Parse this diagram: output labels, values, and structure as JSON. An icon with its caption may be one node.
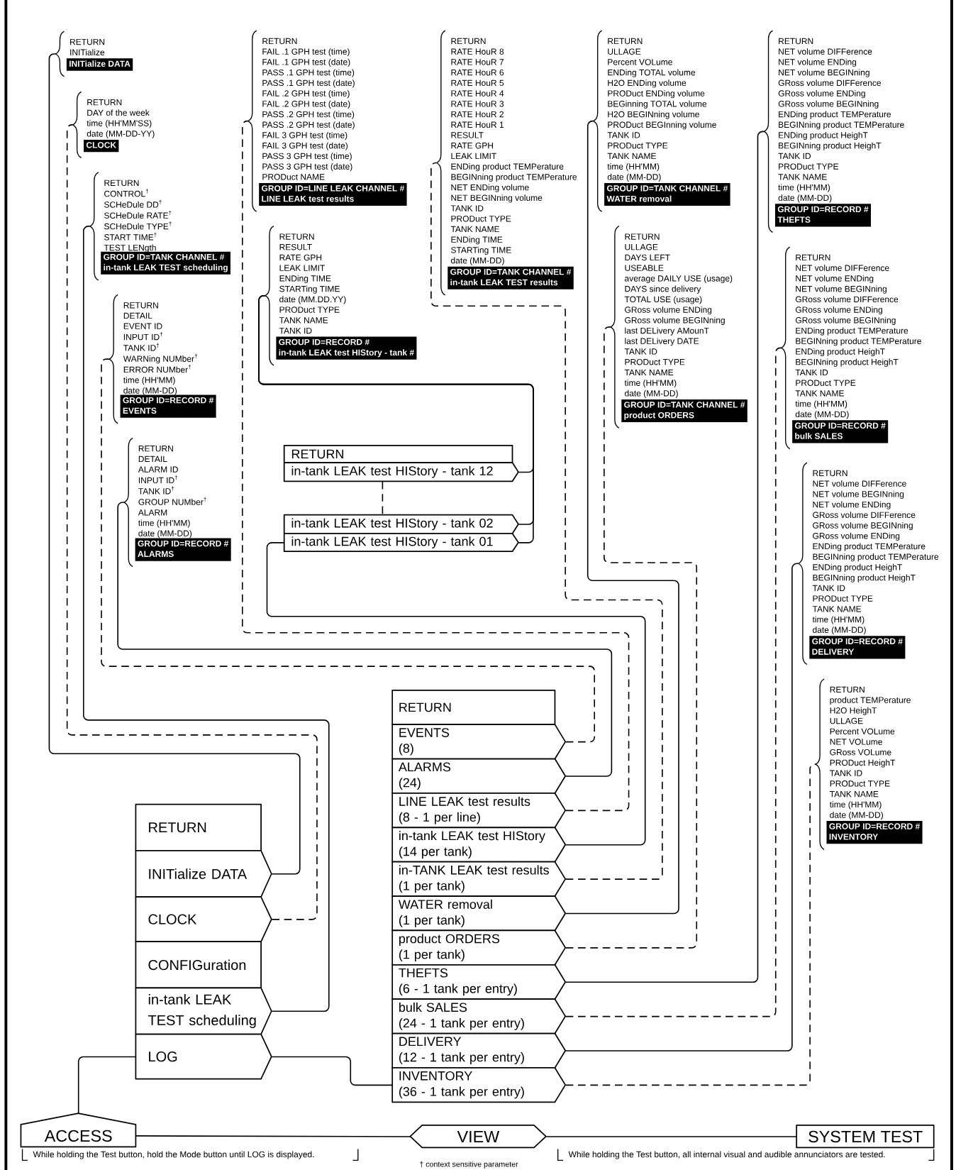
{
  "diagram": {
    "nodes": [
      {
        "text": [
          "RETURN",
          "INITialize"
        ]
      },
      {
        "text": [
          "INITialize DATA"
        ],
        "in": 0
      },
      {
        "text": [
          "RETURN",
          "DAY of the week",
          "time (HH'MM'SS)",
          "date (MM-DD-YY)"
        ]
      },
      {
        "text": [
          "CLOCK"
        ],
        "in": 2
      },
      {
        "text": [
          "RETURN",
          "CONTROL$^{†}$",
          "SCHeDule DD$^{†}$",
          "SCHeDule RATE$^{†}$",
          "SCHeDule TYPE$^{†}$",
          "START TIME$^{†}$",
          "TEST LENgth"
        ]
      },
      {
        "text": [
          "GROUP ID=TANK CHANNEL #",
          "in-tank LEAK TEST scheduling"
        ],
        "in": 4
      },
      {
        "text": [
          "RETURN",
          "DETAIL",
          "EVENT ID",
          "INPUT ID$^{†}$",
          "TANK ID$^{†}$",
          "WARNing NUMber$^{†}$",
          "ERROR NUMber$^{†}$",
          "time (HH'MM)",
          "date (MM-DD)"
        ]
      },
      {
        "text": [
          "GROUP ID=RECORD #",
          "EVENTS"
        ],
        "in": 6
      },
      {
        "text": [
          "RETURN",
          "DETAIL",
          "ALARM ID",
          "INPUT ID$^{†}$",
          "TANK ID$^{†}$",
          "GROUP NUMber$^{†}$",
          "ALARM",
          "time (HH'MM)",
          "date (MM-DD)"
        ]
      },
      {
        "text": [
          "GROUP ID=RECORD #",
          "ALARMS"
        ],
        "in": 8
      },
      {
        "text": [
          "RETURN",
          "FAIL .1 GPH test (time)",
          "FAIL .1 GPH test (date)",
          "PASS .1 GPH test (time)",
          "PASS .1 GPH test (date)",
          "FAIL .2 GPH test (time)",
          "FAIL .2 GPH test (date)",
          "PASS .2 GPH test (time)",
          "PASS .2 GPH test (date)",
          "FAIL 3 GPH test (time)",
          "FAIL 3 GPH test (date)",
          "PASS 3 GPH test (time)",
          "PASS 3 GPH test (date)",
          "PRODuct NAME"
        ]
      },
      {
        "text": [
          "GROUP ID=LINE LEAK CHANNEL #",
          "LINE LEAK test results"
        ],
        "in": 10
      },
      {
        "text": [
          "RETURN",
          "RESULT",
          "RATE GPH",
          "LEAK LIMIT",
          "ENDing TIME",
          "STARTing TIME",
          "date (MM.DD.YY)",
          "PRODuct TYPE",
          "TANK NAME",
          "TANK ID"
        ]
      },
      {
        "text": [
          "GROUP ID=RECORD #",
          "in-tank LEAK test HIStory - tank #"
        ],
        "in": 12
      },
      {
        "text": [
          "RETURN",
          "RATE HouR 8",
          "RATE HouR 7",
          "RATE HouR 6",
          "RATE HouR 5",
          "RATE HouR 4",
          "RATE HouR 3",
          "RATE HouR 2",
          "RATE HouR 1",
          "RESULT",
          "RATE GPH",
          "LEAK LIMIT",
          "ENDing product TEMPerature",
          "BEGINning product TEMPerature",
          "NET ENDing volume",
          "NET BEGINning volume",
          "TANK ID",
          "PRODuct TYPE",
          "TANK NAME",
          "ENDing TIME",
          "STARTing TIME",
          "date (MM-DD)"
        ]
      },
      {
        "text": [
          "GROUP ID=TANK CHANNEL #",
          "in-tank LEAK TEST results"
        ],
        "in": 14
      },
      {
        "text": [
          "RETURN",
          "ULLAGE",
          "Percent VOLume",
          "ENDing TOTAL volume",
          "H2O ENDing volume",
          "PRODuct ENDing volume",
          "BEGinning TOTAL volume",
          "H2O BEGINning volume",
          "PRODuct BEGInning volume",
          "TANK ID",
          "PRODuct TYPE",
          "TANK NAME",
          "time (HH'MM)",
          "date (MM-DD)"
        ]
      },
      {
        "text": [
          "GROUP ID=TANK CHANNEL #",
          "WATER removal"
        ],
        "in": 16
      },
      {
        "text": [
          "RETURN",
          "ULLAGE",
          "DAYS LEFT",
          "USEABLE",
          "average DAILY USE (usage)",
          "DAYS since delivery",
          "TOTAL USE (usage)",
          "GRoss volume ENDing",
          "GRoss volume BEGINning",
          "last DELivery AMounT",
          "last DELivery DATE",
          "TANK ID",
          "PRODuct TYPE",
          "TANK NAME",
          "time (HH'MM)",
          "date (MM-DD)"
        ]
      },
      {
        "text": [
          "GROUP ID=TANK CHANNEL #",
          "product ORDERS"
        ],
        "in": 18
      },
      {
        "text": [
          "RETURN",
          "NET volume DIFFerence",
          "NET volume ENDing",
          "NET volume BEGINning",
          "GRoss volume DIFFerence",
          "GRoss volume ENDing",
          "GRoss volume BEGINning",
          "ENDing product TEMPerature",
          "BEGINning product TEMPerature",
          "ENDing product HeighT",
          "BEGINning product HeighT",
          "TANK ID",
          "PRODuct TYPE",
          "TANK NAME",
          "time (HH'MM)",
          "date (MM-DD)"
        ]
      },
      {
        "text": [
          "GROUP ID=RECORD #",
          "THEFTS"
        ],
        "in": 20
      },
      {
        "text": [
          "RETURN",
          "NET volume DIFFerence",
          "NET volume ENDing",
          "NET volume BEGINning",
          "GRoss volume DIFFerence",
          "GRoss volume ENDing",
          "GRoss volume BEGINning",
          "ENDing product TEMPerature",
          "BEGINning product TEMPerature",
          "ENDing product HeighT",
          "BEGINning product HeighT",
          "TANK ID",
          "PRODuct TYPE",
          "TANK NAME",
          "time (HH'MM)",
          "date (MM-DD)"
        ]
      },
      {
        "text": [
          "GROUP ID=RECORD #",
          "bulk SALES"
        ],
        "in": 22
      },
      {
        "text": [
          "RETURN",
          "NET volume DIFFerence",
          "NET volume BEGINning",
          "NET volume ENDing",
          "GRoss volume DIFFerence",
          "GRoss volume BEGINning",
          "GRoss volume ENDing",
          "ENDing product TEMPerature",
          "BEGINning product TEMPerature",
          "ENDing product HeighT",
          "BEGINning product HeighT",
          "TANK ID",
          "PRODuct TYPE",
          "TANK NAME",
          "time (HH'MM)",
          "date (MM-DD)"
        ]
      },
      {
        "text": [
          "GROUP ID=RECORD #",
          "DELIVERY"
        ],
        "in": 24
      },
      {
        "text": [
          "RETURN",
          "product TEMPerature",
          "H2O HeighT",
          "ULLAGE",
          "Percent VOLume",
          "NET VOLume",
          "GRoss VOLume",
          "PRODuct HeighT",
          "TANK ID",
          "PRODuct TYPE",
          "TANK NAME",
          "time (HH'MM)",
          "date (MM-DD)"
        ]
      },
      {
        "text": [
          "GROUP ID=RECORD #",
          "INVENTORY"
        ],
        "in": 26
      },
      {
        "text": [
          "RETURN"
        ]
      },
      {
        "text": [
          "in-tank LEAK test HIStory - tank 12"
        ]
      },
      {
        "text": [
          "in-tank LEAK test HIStory - tank 02"
        ]
      },
      {
        "text": [
          "in-tank LEAK test HIStory - tank 01"
        ]
      },
      {
        "text": [
          "RETURN"
        ]
      },
      {
        "text": [
          "EVENTS",
          "(8)"
        ]
      },
      {
        "text": [
          "ALARMS",
          "(24)"
        ]
      },
      {
        "text": [
          "LINE LEAK test results",
          "(8 - 1 per line)"
        ]
      },
      {
        "text": [
          "in-tank LEAK test HIStory",
          "(14 per tank)"
        ]
      },
      {
        "text": [
          "in-TANK LEAK test results",
          "(1 per tank)"
        ]
      },
      {
        "text": [
          "WATER removal",
          "(1 per tank)"
        ]
      },
      {
        "text": [
          "product ORDERS",
          "(1 per tank)"
        ]
      },
      {
        "text": [
          "THEFTS",
          "(6 - 1 tank per entry)"
        ]
      },
      {
        "text": [
          "bulk SALES",
          "(24 - 1 tank per entry)"
        ]
      },
      {
        "text": [
          "DELIVERY",
          "(12 - 1 tank per entry)"
        ]
      },
      {
        "text": [
          "INVENTORY",
          "(36 - 1 tank per entry)"
        ]
      },
      {
        "text": [
          "RETURN"
        ]
      },
      {
        "text": [
          "INITialize DATA"
        ]
      },
      {
        "text": [
          "CLOCK"
        ]
      },
      {
        "text": [
          "CONFIGuration"
        ]
      },
      {
        "text": [
          "in-tank LEAK TEST scheduling"
        ]
      },
      {
        "text": [
          "LOG"
        ]
      },
      {
        "text": [
          "ACCESS"
        ],
        "beside": [
          "While holding the Test button, hold the Mode button until LOG is displayed."
        ]
      },
      {
        "text": [
          "VIEW"
        ]
      },
      {
        "text": [
          "SYSTEM TEST"
        ],
        "beside": [
          "While holding the Test button, all internal visual and audible annunciators are tested."
        ]
      }
    ],
    "edges": [
      {
        "from": 45,
        "to": 0,
        "arrow": "none"
      },
      {
        "from": 46,
        "to": 2,
        "arrow": "none",
        "style": "dashed"
      },
      {
        "from": 48,
        "to": 4,
        "arrow": "none"
      },
      {
        "from": 49,
        "to": 43,
        "arrow": "none"
      },
      {
        "from": 33,
        "to": 6,
        "arrow": "none",
        "style": "dashed"
      },
      {
        "from": 34,
        "to": 8,
        "arrow": "none"
      },
      {
        "from": 35,
        "to": 10,
        "arrow": "none",
        "style": "dashed"
      },
      {
        "from": 36,
        "to": 31,
        "arrow": "none"
      },
      {
        "from": 37,
        "to": 14,
        "arrow": "none",
        "style": "dashed"
      },
      {
        "from": 38,
        "to": 16,
        "arrow": "none"
      },
      {
        "from": 39,
        "to": 18,
        "arrow": "none",
        "style": "dashed"
      },
      {
        "from": 40,
        "to": 20,
        "arrow": "none"
      },
      {
        "from": 41,
        "to": 22,
        "arrow": "none",
        "style": "dashed"
      },
      {
        "from": 42,
        "to": 24,
        "arrow": "none"
      },
      {
        "from": 43,
        "to": 26,
        "arrow": "none",
        "style": "dashed"
      },
      {
        "from": 29,
        "to": 12,
        "arrow": "none"
      },
      {
        "from": 30,
        "to": 12,
        "arrow": "none"
      },
      {
        "from": 31,
        "to": 12,
        "arrow": "none"
      },
      {
        "from": 50,
        "to": 49,
        "arrow": "none"
      },
      {
        "from": 50,
        "to": 51,
        "arrow": "none"
      },
      {
        "from": 51,
        "to": 52,
        "arrow": "none"
      },
      {
        "from": 29,
        "to": 30,
        "arrow": "none",
        "style": "dashed"
      }
    ],
    "labels": [
      "† context sensitive parameter"
    ]
  }
}
